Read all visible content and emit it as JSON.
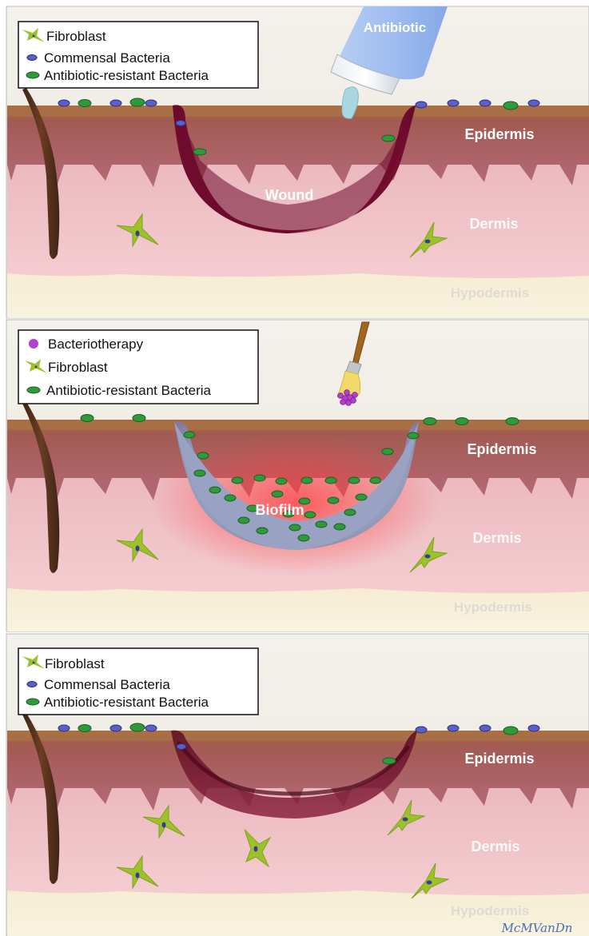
{
  "colors": {
    "fibroblast": "#9cc22a",
    "commensal": "#5a5fc9",
    "resistant": "#2f9a3a",
    "bacteriotherapy": "#b53fcf",
    "wound": "#7a0f2b",
    "biofilm": "#9aa0c0",
    "epidermis": "#b06a72",
    "dermis": "#f2c7cc",
    "hypodermis": "#f5efd2",
    "hair": "#5a3420"
  },
  "icons": {
    "fibroblast": "fibroblast-icon",
    "commensal": "commensal-bacteria-icon",
    "resistant": "resistant-bacteria-icon",
    "bacteriotherapy": "bacteriotherapy-icon",
    "antibiotic": "antibiotic-tube-icon",
    "brush": "paint-brush-icon"
  },
  "panels": [
    {
      "legend": [
        "Fibroblast",
        "Commensal Bacteria",
        "Antibiotic-resistant Bacteria"
      ],
      "wound_label": "Wound",
      "tube_label": "Antibiotic",
      "layers": {
        "epidermis": "Epidermis",
        "dermis": "Dermis",
        "hypodermis": "Hypodermis"
      }
    },
    {
      "legend": [
        "Bacteriotherapy",
        "Fibroblast",
        "Antibiotic-resistant Bacteria"
      ],
      "wound_label": "Biofilm",
      "layers": {
        "epidermis": "Epidermis",
        "dermis": "Dermis",
        "hypodermis": "Hypodermis"
      }
    },
    {
      "legend": [
        "Fibroblast",
        "Commensal Bacteria",
        "Antibiotic-resistant Bacteria"
      ],
      "layers": {
        "epidermis": "Epidermis",
        "dermis": "Dermis",
        "hypodermis": "Hypodermis"
      }
    }
  ],
  "signature": "McMVanDn"
}
